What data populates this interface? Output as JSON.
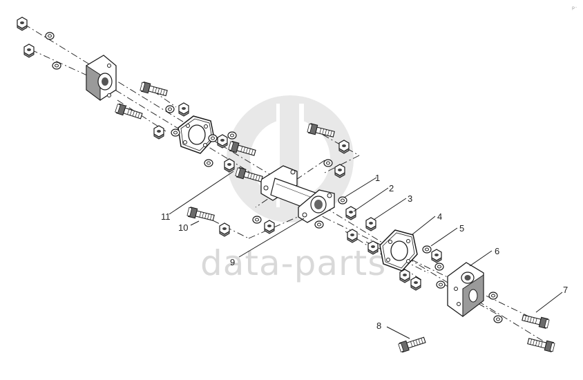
{
  "watermark": {
    "text": "data-parts",
    "color": "#d9d9d9"
  },
  "corner_mark": "p··",
  "callouts": [
    "1",
    "2",
    "3",
    "4",
    "5",
    "6",
    "7",
    "8",
    "9",
    "10",
    "11"
  ],
  "colors": {
    "line": "#1a1a1a",
    "part_fill": "#ffffff",
    "shadow": "#9a9a9a"
  }
}
